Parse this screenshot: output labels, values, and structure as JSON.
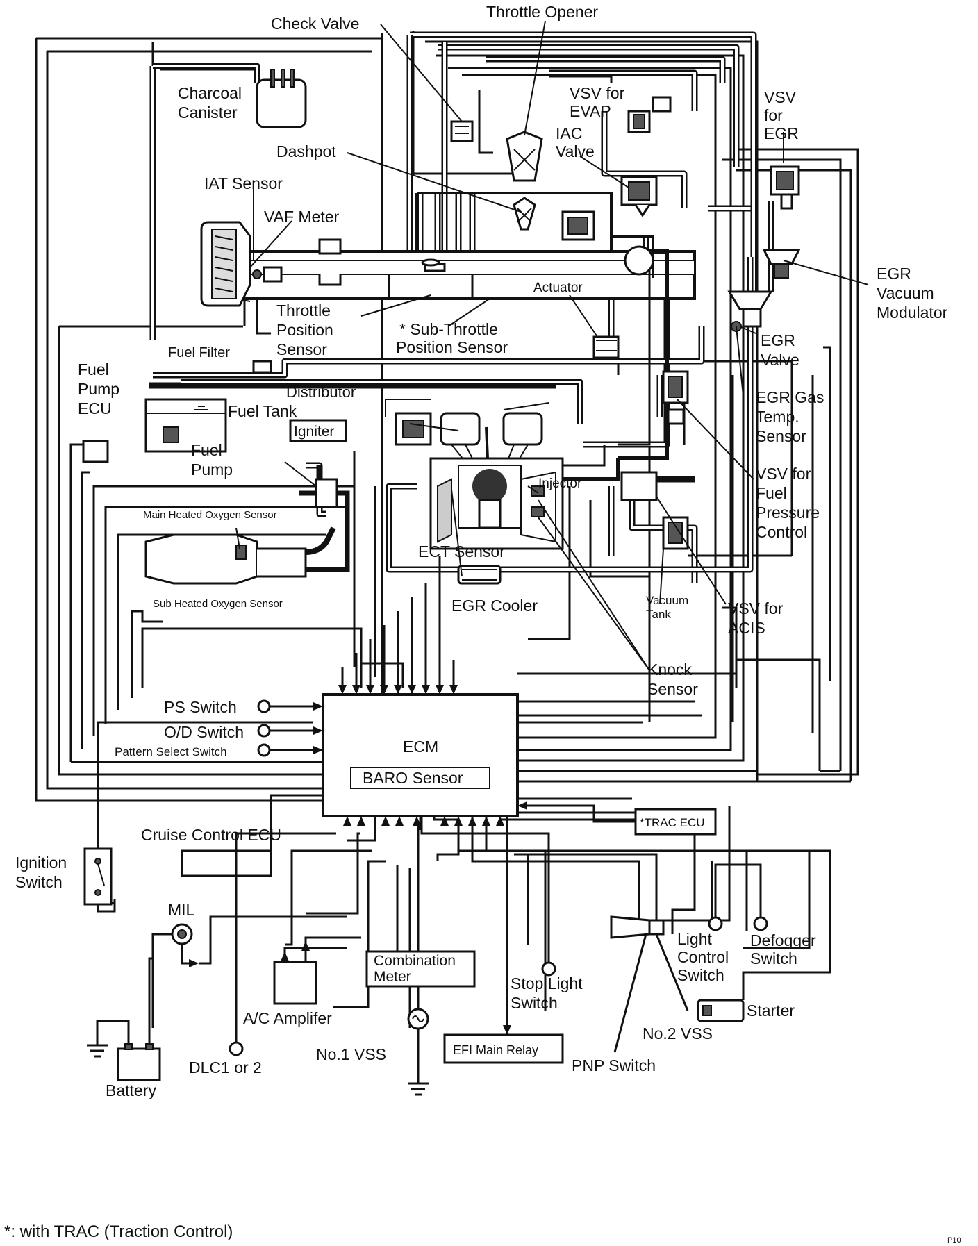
{
  "labels": {
    "check_valve": "Check Valve",
    "throttle_opener": "Throttle Opener",
    "charcoal": "Charcoal",
    "canister": "Canister",
    "vsv_evap_1": "VSV for",
    "vsv_evap_2": "EVAP",
    "vsv_egr_1": "VSV",
    "vsv_egr_2": "for",
    "vsv_egr_3": "EGR",
    "iac_1": "IAC",
    "iac_2": "Valve",
    "dashpot": "Dashpot",
    "iat_sensor": "IAT Sensor",
    "vaf_meter": "VAF Meter",
    "egr_vac_mod_1": "EGR",
    "egr_vac_mod_2": "Vacuum",
    "egr_vac_mod_3": "Modulator",
    "actuator": "Actuator",
    "tps_1": "Throttle",
    "tps_2": "Position",
    "tps_3": "Sensor",
    "sub_tps_1": "* Sub-Throttle",
    "sub_tps_2": "Position Sensor",
    "egr_valve_1": "EGR",
    "egr_valve_2": "Valve",
    "fuel_filter": "Fuel Filter",
    "fp_ecu_1": "Fuel",
    "fp_ecu_2": "Pump",
    "fp_ecu_3": "ECU",
    "distributor": "Distributor",
    "fuel_tank": "Fuel Tank",
    "igniter": "Igniter",
    "fuel_pump_1": "Fuel",
    "fuel_pump_2": "Pump",
    "egr_gas_1": "EGR Gas",
    "egr_gas_2": "Temp.",
    "egr_gas_3": "Sensor",
    "injector": "Injector",
    "vsv_fpc_1": "VSV for",
    "vsv_fpc_2": "Fuel",
    "vsv_fpc_3": "Pressure",
    "vsv_fpc_4": "Control",
    "main_o2": "Main Heated Oxygen Sensor",
    "sub_o2": "Sub Heated Oxygen Sensor",
    "ect_sensor": "ECT Sensor",
    "egr_cooler": "EGR Cooler",
    "vac_tank_1": "Vacuum",
    "vac_tank_2": "Tank",
    "vsv_acis_1": "VSV for",
    "vsv_acis_2": "ACIS",
    "knock_1": "Knock",
    "knock_2": "Sensor",
    "ps_switch": "PS Switch",
    "od_switch": "O/D Switch",
    "pattern_switch": "Pattern Select Switch",
    "ecm": "ECM",
    "baro": "BARO Sensor",
    "trac_ecu": "*TRAC ECU",
    "cruise_ecu": "Cruise Control ECU",
    "ign_1": "Ignition",
    "ign_2": "Switch",
    "mil": "MIL",
    "comb_1": "Combination",
    "comb_2": "Meter",
    "stop_1": "Stop Light",
    "stop_2": "Switch",
    "light_1": "Light",
    "light_2": "Control",
    "light_3": "Switch",
    "defog_1": "Defogger",
    "defog_2": "Switch",
    "starter": "Starter",
    "ac_amp": "A/C Amplifer",
    "no2_vss": "No.2 VSS",
    "battery": "Battery",
    "dlc": "DLC1 or 2",
    "no1_vss": "No.1 VSS",
    "efi_relay": "EFI Main Relay",
    "pnp": "PNP Switch"
  },
  "footnote": "*:   with TRAC (Traction Control)",
  "figure_code": "P10"
}
